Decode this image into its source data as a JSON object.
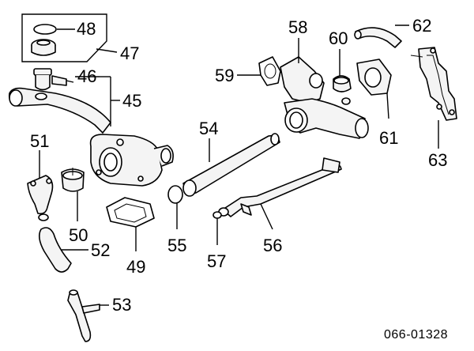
{
  "diagram": {
    "diagram_code": "066-01328",
    "callouts": [
      {
        "id": "48",
        "text": "48"
      },
      {
        "id": "47",
        "text": "47"
      },
      {
        "id": "46",
        "text": "46"
      },
      {
        "id": "45",
        "text": "45"
      },
      {
        "id": "51",
        "text": "51"
      },
      {
        "id": "50",
        "text": "50"
      },
      {
        "id": "52",
        "text": "52"
      },
      {
        "id": "49",
        "text": "49"
      },
      {
        "id": "53",
        "text": "53"
      },
      {
        "id": "54",
        "text": "54"
      },
      {
        "id": "55",
        "text": "55"
      },
      {
        "id": "56",
        "text": "56"
      },
      {
        "id": "57",
        "text": "57"
      },
      {
        "id": "58",
        "text": "58"
      },
      {
        "id": "59",
        "text": "59"
      },
      {
        "id": "60",
        "text": "60"
      },
      {
        "id": "61",
        "text": "61"
      },
      {
        "id": "62",
        "text": "62"
      },
      {
        "id": "63",
        "text": "63"
      }
    ]
  }
}
